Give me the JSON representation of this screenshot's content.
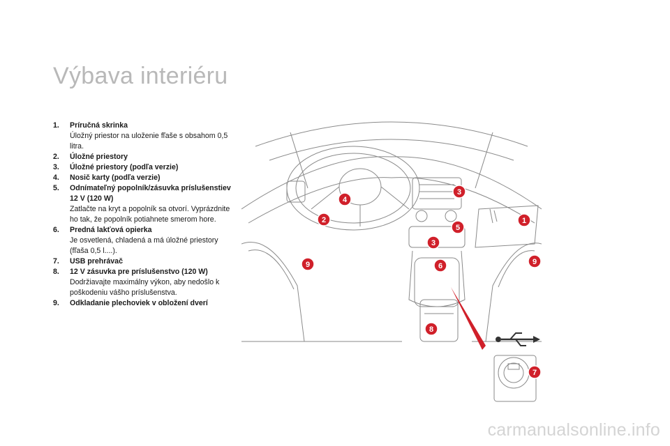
{
  "page": {
    "title": "Výbava interiéru",
    "watermark": "carmanualsonline.info"
  },
  "legend": [
    {
      "num": "1.",
      "head": "Príručná skrinka",
      "desc": "Úložný priestor na uloženie fľaše s obsahom 0,5 litra."
    },
    {
      "num": "2.",
      "head": "Úložné priestory",
      "desc": ""
    },
    {
      "num": "3.",
      "head": "Úložné priestory (podľa verzie)",
      "desc": ""
    },
    {
      "num": "4.",
      "head": "Nosič karty (podľa verzie)",
      "desc": ""
    },
    {
      "num": "5.",
      "head": "Odnímateľný popolník/zásuvka príslušenstiev 12 V (120 W)",
      "desc": "Zatlačte na kryt a popolník sa otvorí. Vyprázdnite ho tak, že popolník potiahnete smerom hore."
    },
    {
      "num": "6.",
      "head": "Predná lakťová opierka",
      "desc": "Je osvetlená, chladená a má úložné priestory (fľaša 0,5 l....)."
    },
    {
      "num": "7.",
      "head": "USB prehrávač",
      "desc": ""
    },
    {
      "num": "8.",
      "head": "12 V zásuvka pre príslušenstvo (120 W)",
      "desc": "Dodržiavajte maximálny výkon, aby nedošlo k poškodeniu vášho príslušenstva."
    },
    {
      "num": "9.",
      "head": "Odkladanie plechoviek v obložení dverí",
      "desc": ""
    }
  ],
  "callouts": [
    "1",
    "2",
    "3",
    "3",
    "4",
    "5",
    "6",
    "7",
    "8",
    "9",
    "9"
  ],
  "colors": {
    "callout": "#d0202a",
    "title": "#b8b8b8",
    "line_art": "#8a8a8a",
    "watermark": "#d4d4d4"
  }
}
